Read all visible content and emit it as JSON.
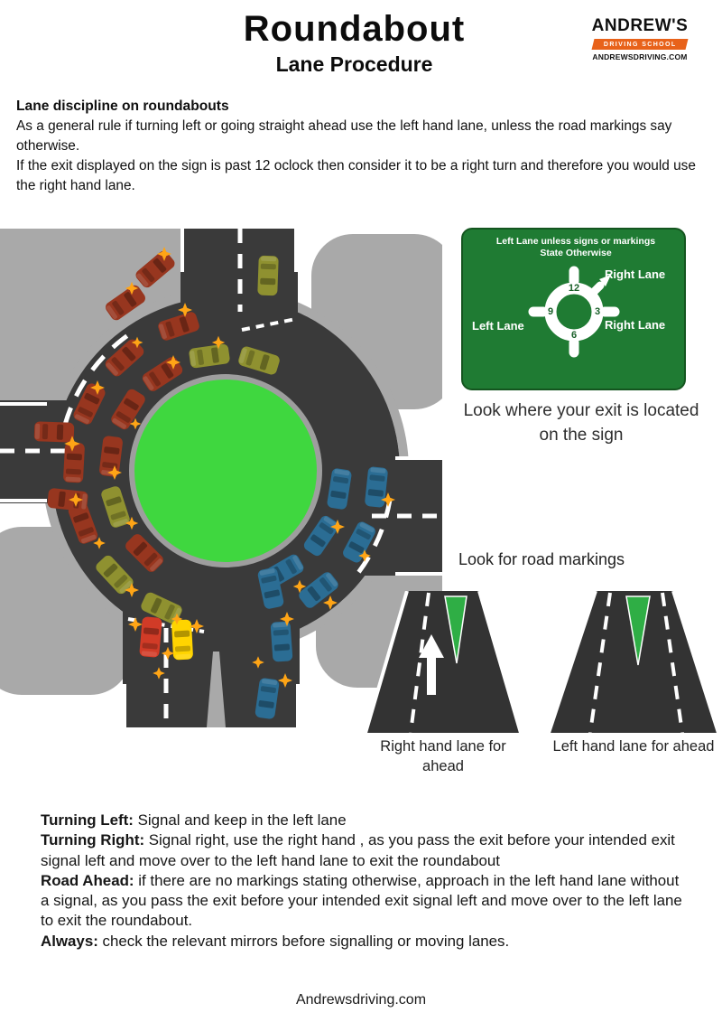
{
  "page": {
    "title": "Roundabout",
    "subtitle": "Lane Procedure",
    "footer": "Andrewsdriving.com"
  },
  "logo": {
    "name": "ANDREW'S",
    "banner": "DRIVING SCHOOL",
    "website": "ANDREWSDRIVING.COM"
  },
  "intro": {
    "heading": "Lane discipline on roundabouts",
    "line1": "As a general rule if turning left or going straight ahead use the left hand lane, unless the road markings say otherwise.",
    "line2": "If the exit displayed on the sign is past 12 oclock then consider it to be a right turn and therefore you would use the right hand lane."
  },
  "sign": {
    "top_text": "Left Lane unless signs or markings State Otherwise",
    "label_top_right": "Right Lane",
    "label_left": "Left Lane",
    "label_right": "Right Lane",
    "clock": {
      "twelve": "12",
      "nine": "9",
      "three": "3",
      "six": "6"
    },
    "caption": "Look where your exit is located on the sign"
  },
  "markings": {
    "heading": "Look for road markings",
    "left_caption": "Right hand lane for ahead",
    "right_caption": "Left hand lane for ahead"
  },
  "instructions": [
    {
      "label": "Turning Left:",
      "text": "  Signal and keep in the left lane"
    },
    {
      "label": "Turning Right:",
      "text": " Signal right, use the right hand , as you pass the exit before your intended exit signal left and move over to the left hand lane to exit the roundabout"
    },
    {
      "label": "Road Ahead:",
      "text": " if there are no markings stating otherwise, approach in the left hand lane without a signal, as you pass the exit before your intended exit signal left and move over to the left lane to exit the roundabout."
    },
    {
      "label": "Always:",
      "text": "  check the relevant mirrors before signalling or moving lanes."
    }
  ],
  "colors": {
    "road": "#3a3a3a",
    "curb_gray": "#a9a9a9",
    "island_green": "#3fd73f",
    "sign_green": "#1f7b33",
    "marking_green": "#2fae45",
    "indicator_orange": "#ffa516",
    "logo_orange": "#e8621a"
  }
}
